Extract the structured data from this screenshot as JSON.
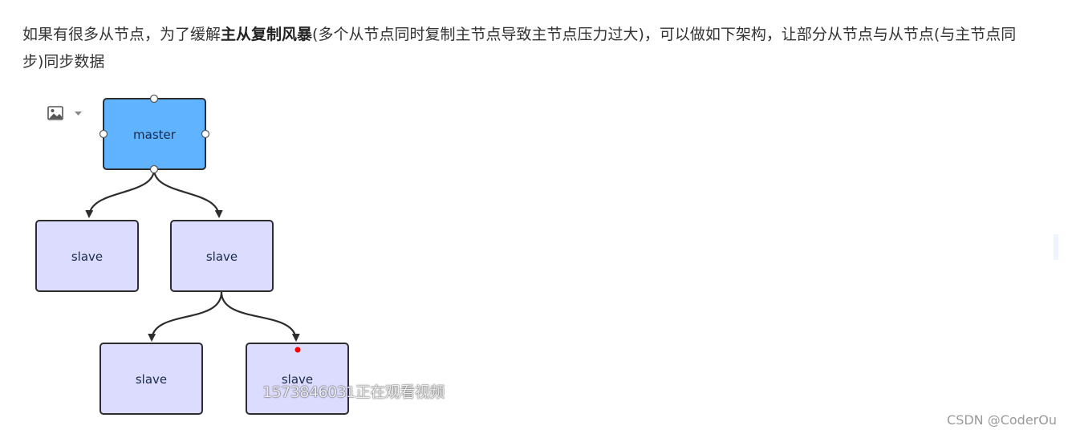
{
  "article": {
    "text_before": "如果有很多从节点，为了缓解",
    "text_bold": "主从复制风暴",
    "text_after": "(多个从节点同时复制主节点导致主节点压力过大)，可以做如下架构，让部分从节点与从节点(与主节点同步)同步数据"
  },
  "image_toolbar": {
    "icon": "picture-icon",
    "dropdown_icon": "caret-down-icon"
  },
  "diagram": {
    "master_label": "master",
    "slave_labels": [
      "slave",
      "slave",
      "slave",
      "slave"
    ],
    "colors": {
      "master_fill": "#5fb3ff",
      "slave_fill": "#dcdcff",
      "border": "#2d2d2d",
      "cursor_dot": "#ff0000"
    }
  },
  "overlay": {
    "watermark": "1573846031正在观看视频",
    "credit": "CSDN @CoderOu"
  }
}
